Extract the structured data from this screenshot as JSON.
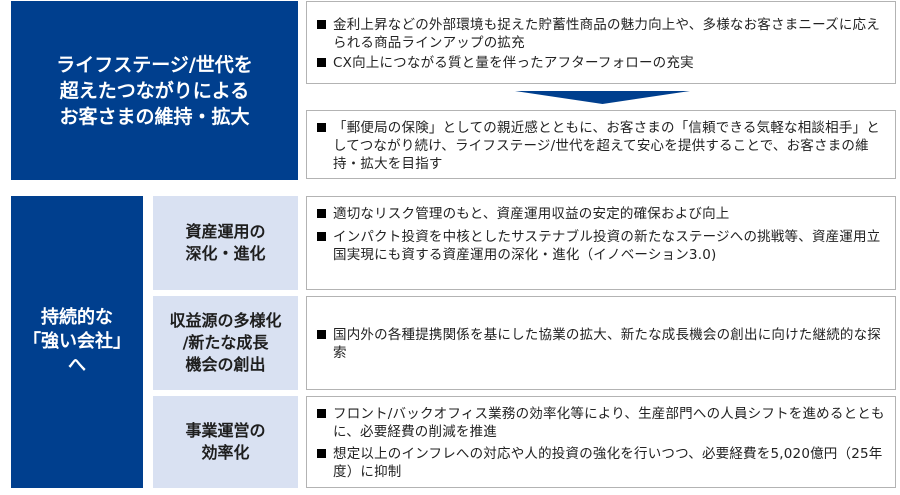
{
  "top_section": {
    "heading": "ライフステージ/世代を\n超えたつながりによる\nお客さまの維持・拡大",
    "box1": {
      "bullets": [
        "金利上昇などの外部環境も捉えた貯蓄性商品の魅力向上や、多様なお客さまニーズに応えられる商品ラインアップの拡充",
        "CX向上につながる質と量を伴ったアフターフォローの充実"
      ]
    },
    "arrow_icon": "down-arrow",
    "box2": {
      "bullets": [
        "「郵便局の保険」としての親近感とともに、お客さまの「信頼できる気軽な相談相手」としてつながり続け、ライフステージ/世代を超えて安心を提供することで、お客さまの維持・拡大を目指す"
      ]
    }
  },
  "bottom_section": {
    "heading": "持続的な\n「強い会社」\nへ",
    "rows": [
      {
        "label": "資産運用の\n深化・進化",
        "bullets": [
          "適切なリスク管理のもと、資産運用収益の安定的確保および向上",
          "インパクト投資を中核としたサステナブル投資の新たなステージへの挑戦等、資産運用立国実現にも資する資産運用の深化・進化（イノベーション3.0)"
        ]
      },
      {
        "label": "収益源の多様化\n/新たな成長\n機会の創出",
        "bullets": [
          "国内外の各種提携関係を基にした協業の拡大、新たな成長機会の創出に向けた継続的な探索"
        ]
      },
      {
        "label": "事業運営の\n効率化",
        "bullets": [
          "フロント/バックオフィス業務の効率化等により、生産部門への人員シフトを進めるとともに、必要経費の削減を推進",
          "想定以上のインフレへの対応や人的投資の強化を行いつつ、必要経費を5,020億円（25年度）に抑制"
        ]
      }
    ]
  },
  "colors": {
    "primary_blue": "#003f8e",
    "light_blue": "#d9e1f2",
    "border_gray": "#b3b3b3",
    "bullet_black": "#000000"
  }
}
